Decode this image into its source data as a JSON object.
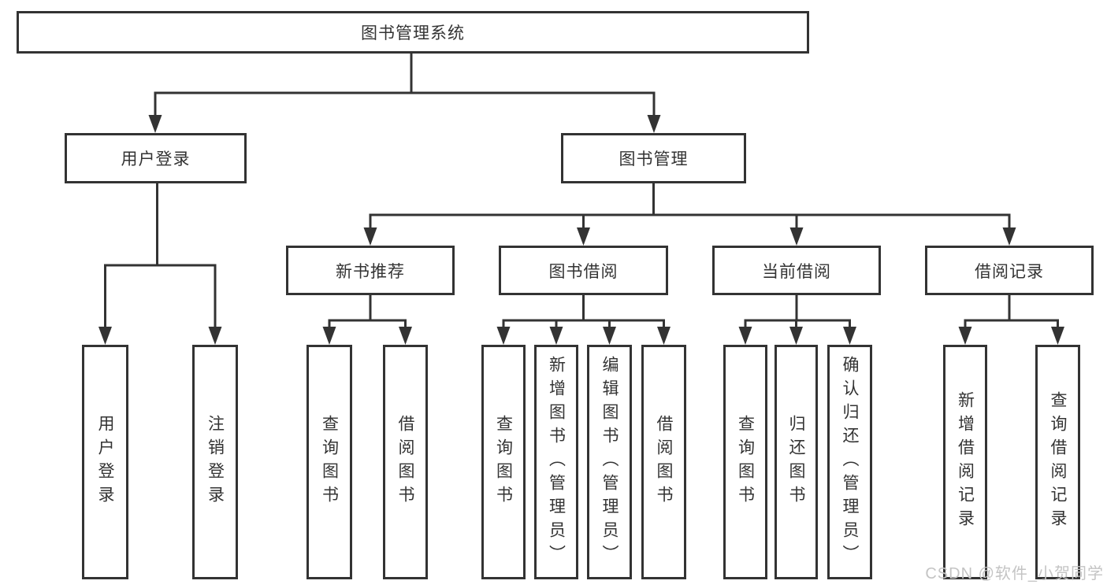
{
  "diagram_title": "图书管理系统",
  "colors": {
    "line": "#333333",
    "text": "#333333",
    "watermark": "#c4c4c4",
    "background": "#ffffff"
  },
  "tree": {
    "label": "图书管理系统",
    "children": [
      {
        "label": "用户登录",
        "children": [
          {
            "label": "用户登录"
          },
          {
            "label": "注销登录"
          }
        ]
      },
      {
        "label": "图书管理",
        "children": [
          {
            "label": "新书推荐",
            "children": [
              {
                "label": "查询图书"
              },
              {
                "label": "借阅图书"
              }
            ]
          },
          {
            "label": "图书借阅",
            "children": [
              {
                "label": "查询图书"
              },
              {
                "label": "新增图书（管理员）"
              },
              {
                "label": "编辑图书（管理员）"
              },
              {
                "label": "借阅图书"
              }
            ]
          },
          {
            "label": "当前借阅",
            "children": [
              {
                "label": "查询图书"
              },
              {
                "label": "归还图书"
              },
              {
                "label": "确认归还（管理员）"
              }
            ]
          },
          {
            "label": "借阅记录",
            "children": [
              {
                "label": "新增借阅记录"
              },
              {
                "label": "查询借阅记录"
              }
            ]
          }
        ]
      }
    ]
  },
  "watermark": {
    "text": "CSDN @软件_小贺同学"
  }
}
